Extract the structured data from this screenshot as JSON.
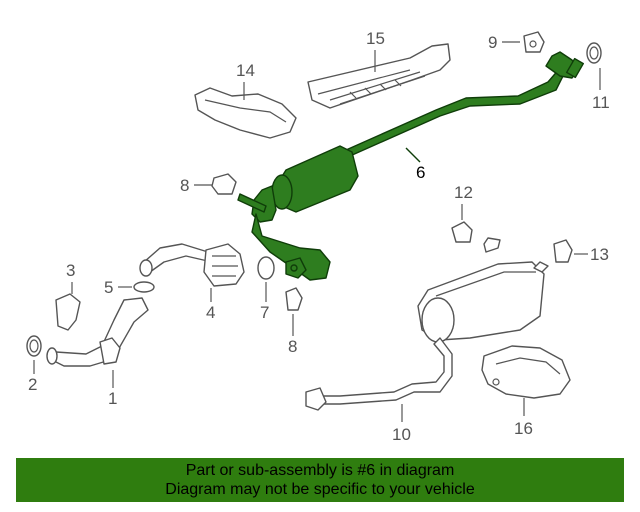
{
  "callouts": {
    "c1": "1",
    "c2": "2",
    "c3": "3",
    "c4": "4",
    "c5": "5",
    "c6": "6",
    "c7": "7",
    "c8a": "8",
    "c8b": "8",
    "c9": "9",
    "c10": "10",
    "c11": "11",
    "c12": "12",
    "c13": "13",
    "c14": "14",
    "c15": "15",
    "c16": "16"
  },
  "highlight_color": "#2e7d1f",
  "banner": {
    "line1": "Part or sub-assembly is #6 in diagram",
    "line2": "Diagram may not be specific to your vehicle",
    "background": "#2f7d0f"
  }
}
